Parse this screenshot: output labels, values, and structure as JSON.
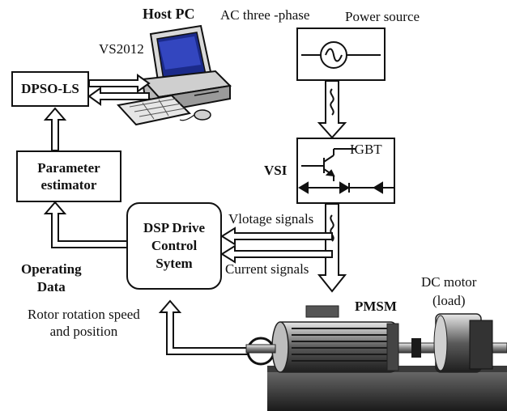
{
  "labels": {
    "host_pc": "Host PC",
    "ac_three_phase": "AC three -phase",
    "power_source": "Power source",
    "vs2012": "VS2012",
    "dpso_ls": "DPSO-LS",
    "parameter_estimator_line1": "Parameter",
    "parameter_estimator_line2": "estimator",
    "vsi": "VSI",
    "igbt": "IGBT",
    "dsp_line1": "DSP Drive",
    "dsp_line2": "Control",
    "dsp_line3": "Sytem",
    "voltage_signals": "Vlotage signals",
    "current_signals": "Current signals",
    "operating_line1": "Operating",
    "operating_line2": "Data",
    "rotor_line1": "Rotor rotation speed",
    "rotor_line2": "and position",
    "pmsm": "PMSM",
    "dc_motor_line1": "DC motor",
    "dc_motor_line2": "(load)"
  },
  "colors": {
    "line": "#111111",
    "motor_dark": "#2b2b2b",
    "motor_mid": "#7a7a7a",
    "motor_light": "#d9d9d9"
  }
}
